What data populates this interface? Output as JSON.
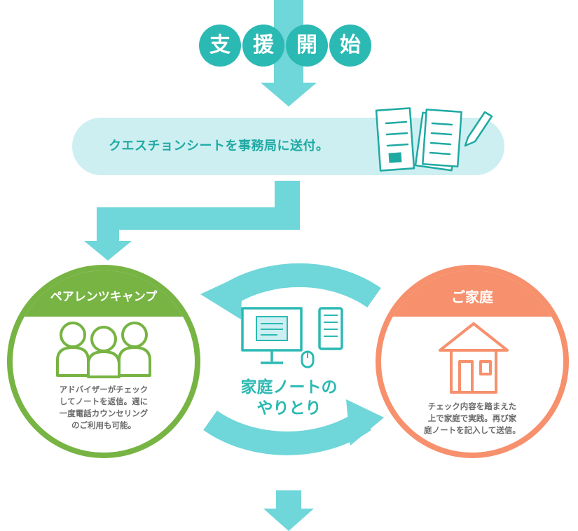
{
  "title": {
    "chars": [
      "支",
      "援",
      "開",
      "始"
    ]
  },
  "step1": {
    "text": "クエスチョンシートを事務局に送付。"
  },
  "left_node": {
    "title": "ペアレンツキャンプ",
    "description_lines": [
      "アドバイザーがチェック",
      "してノートを返信。週に",
      "一度電話カウンセリング",
      "のご利用も可能。"
    ],
    "icon": "three-people-icon"
  },
  "right_node": {
    "title": "ご家庭",
    "description_lines": [
      "チェック内容を踏まえた",
      "上で家庭で実践。再び家",
      "庭ノートを記入して送信。"
    ],
    "icon": "house-icon"
  },
  "center": {
    "label_lines": [
      "家庭ノートの",
      "やりとり"
    ],
    "icons": [
      "desktop-monitor-icon",
      "smartphone-icon",
      "mouse-icon"
    ]
  },
  "colors": {
    "teal": "#2bb9b3",
    "arrow_teal": "#6fd6d9",
    "pill_bg": "#cdeff1",
    "green": "#77b443",
    "orange": "#f7906c",
    "text_gray": "#6a6a6a"
  }
}
